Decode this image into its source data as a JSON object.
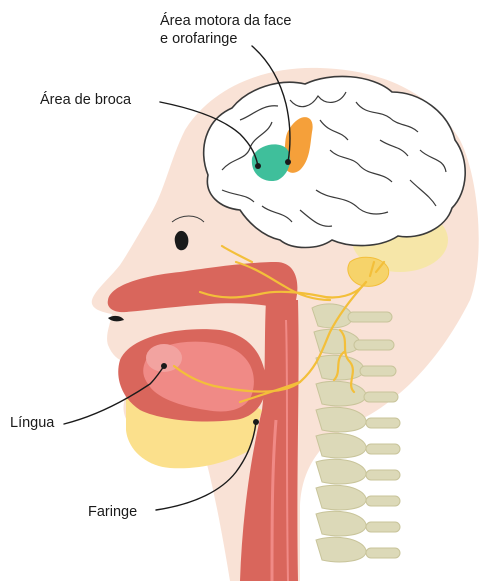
{
  "labels": {
    "motor_area_line1": "Área motora da face",
    "motor_area_line2": "e orofaringe",
    "broca_area": "Área de broca",
    "tongue": "Língua",
    "pharynx": "Faringe"
  },
  "colors": {
    "skin": "#f9e2d6",
    "skin_dark": "#f2cfc0",
    "brain": "#ffffff",
    "brain_outline": "#3a3a3a",
    "cerebellum": "#f6e6a8",
    "broca": "#3fbf9b",
    "motor": "#f5a03a",
    "nasal": "#d9665c",
    "tongue": "#f08a86",
    "pharynx": "#d9665c",
    "jaw": "#fbe08c",
    "spine": "#dcd9b8",
    "nerve": "#f3bf3a"
  }
}
